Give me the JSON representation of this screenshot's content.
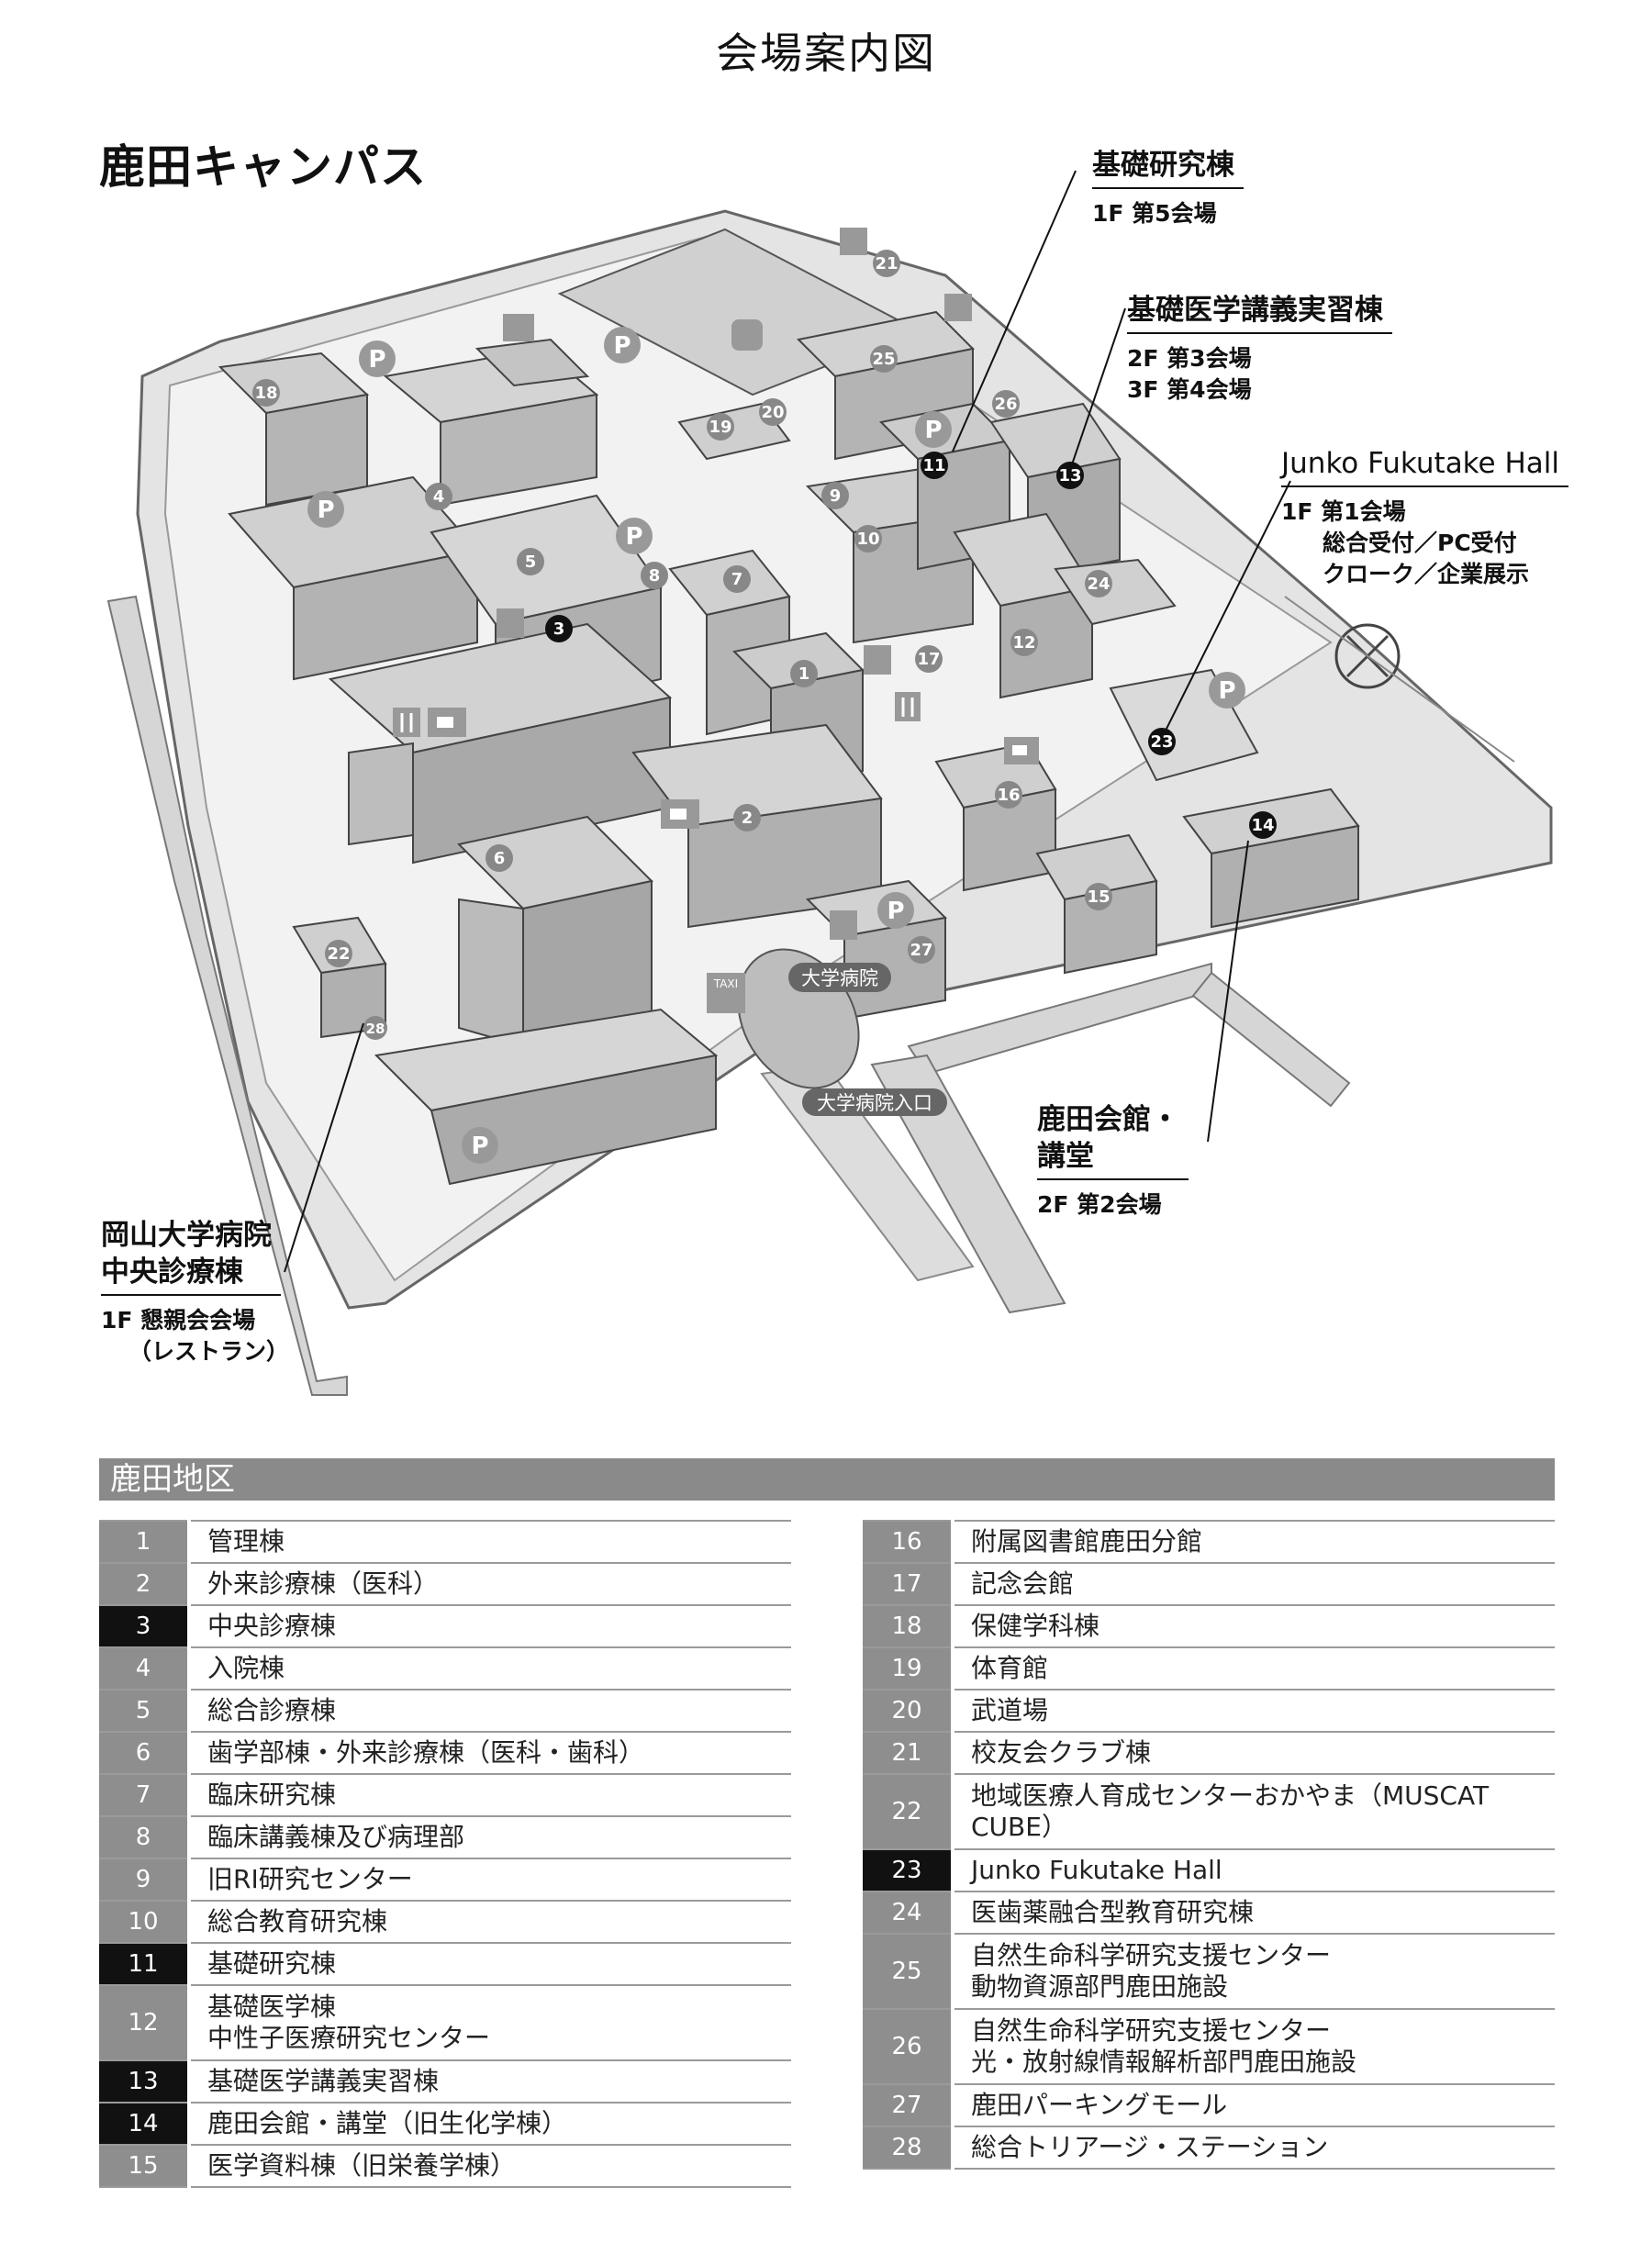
{
  "page_title": "会場案内図",
  "campus_title": "鹿田キャンパス",
  "map": {
    "building_numbers": [
      "1",
      "2",
      "3",
      "4",
      "5",
      "6",
      "7",
      "8",
      "9",
      "10",
      "11",
      "12",
      "13",
      "14",
      "15",
      "16",
      "17",
      "18",
      "19",
      "20",
      "21",
      "22",
      "23",
      "24",
      "25",
      "26",
      "27",
      "28"
    ],
    "highlighted_numbers": [
      "3",
      "11",
      "13",
      "14",
      "23"
    ],
    "parking_symbol": "P",
    "place_labels": {
      "hospital": "大学病院",
      "hospital_entrance": "大学病院入口",
      "taxi": "TAXI"
    }
  },
  "callouts": {
    "kiso_kenkyu": {
      "name": "基礎研究棟",
      "lines": [
        "1F 第5会場"
      ]
    },
    "kiso_igaku": {
      "name": "基礎医学講義実習棟",
      "lines": [
        "2F 第3会場",
        "3F 第4会場"
      ]
    },
    "junko": {
      "name": "Junko Fukutake Hall",
      "lines": [
        "1F 第1会場",
        "総合受付／PC受付",
        "クローク／企業展示"
      ]
    },
    "shikata_kaikan": {
      "name": "鹿田会館・講堂",
      "name_line1": "鹿田会館・",
      "name_line2": "講堂",
      "lines": [
        "2F 第2会場"
      ]
    },
    "chuo_shinryo": {
      "name": "岡山大学病院中央診療棟",
      "name_line1": "岡山大学病院",
      "name_line2": "中央診療棟",
      "lines": [
        "1F 懇親会会場",
        "（レストラン）"
      ]
    }
  },
  "legend": {
    "region_title": "鹿田地区",
    "left": [
      {
        "num": "1",
        "label": "管理棟"
      },
      {
        "num": "2",
        "label": "外来診療棟（医科）"
      },
      {
        "num": "3",
        "label": "中央診療棟",
        "highlight": true
      },
      {
        "num": "4",
        "label": "入院棟"
      },
      {
        "num": "5",
        "label": "総合診療棟"
      },
      {
        "num": "6",
        "label": "歯学部棟・外来診療棟（医科・歯科）"
      },
      {
        "num": "7",
        "label": "臨床研究棟"
      },
      {
        "num": "8",
        "label": "臨床講義棟及び病理部"
      },
      {
        "num": "9",
        "label": "旧RI研究センター"
      },
      {
        "num": "10",
        "label": "総合教育研究棟"
      },
      {
        "num": "11",
        "label": "基礎研究棟",
        "highlight": true
      },
      {
        "num": "12",
        "label": "基礎医学棟",
        "label2": "中性子医療研究センター"
      },
      {
        "num": "13",
        "label": "基礎医学講義実習棟",
        "highlight": true
      },
      {
        "num": "14",
        "label": "鹿田会館・講堂（旧生化学棟）",
        "highlight": true
      },
      {
        "num": "15",
        "label": "医学資料棟（旧栄養学棟）"
      }
    ],
    "right": [
      {
        "num": "16",
        "label": "附属図書館鹿田分館"
      },
      {
        "num": "17",
        "label": "記念会館"
      },
      {
        "num": "18",
        "label": "保健学科棟"
      },
      {
        "num": "19",
        "label": "体育館"
      },
      {
        "num": "20",
        "label": "武道場"
      },
      {
        "num": "21",
        "label": "校友会クラブ棟"
      },
      {
        "num": "22",
        "label": "地域医療人育成センターおかやま（MUSCAT",
        "label2": "CUBE）"
      },
      {
        "num": "23",
        "label": "Junko Fukutake Hall",
        "highlight": true
      },
      {
        "num": "24",
        "label": "医歯薬融合型教育研究棟"
      },
      {
        "num": "25",
        "label": "自然生命科学研究支援センター",
        "label2": "動物資源部門鹿田施設"
      },
      {
        "num": "26",
        "label": "自然生命科学研究支援センター",
        "label2": "光・放射線情報解析部門鹿田施設"
      },
      {
        "num": "27",
        "label": "鹿田パーキングモール"
      },
      {
        "num": "28",
        "label": "総合トリアージ・ステーション"
      }
    ]
  }
}
